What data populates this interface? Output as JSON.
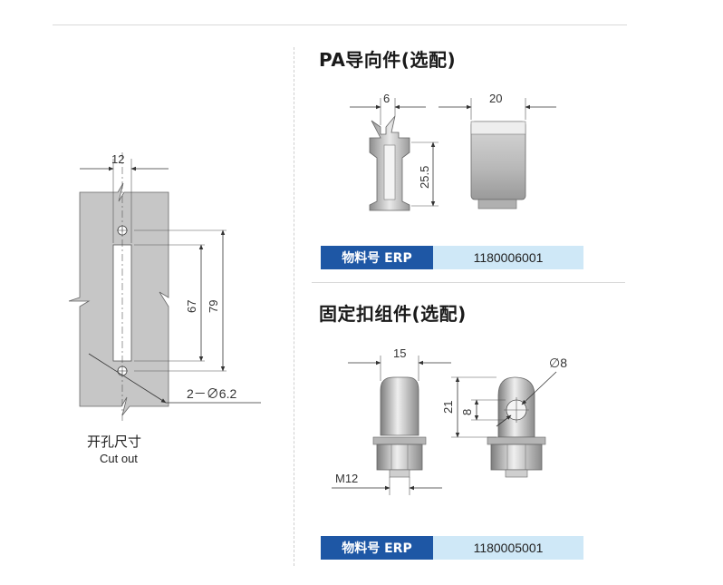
{
  "sections": {
    "guide": {
      "title": "PA导向件(选配)",
      "erp_label": "物料号 ERP",
      "erp_value": "1180006001"
    },
    "clamp": {
      "title": "固定扣组件(选配)",
      "erp_label": "物料号 ERP",
      "erp_value": "1180005001"
    }
  },
  "cutout": {
    "caption_zh": "开孔尺寸",
    "caption_en": "Cut out",
    "dims": {
      "width": "12",
      "inner": "67",
      "outer": "79",
      "holes": "2－∅6.2"
    }
  },
  "guide_dims": {
    "slot": "6",
    "depth": "20",
    "height": "25.5"
  },
  "clamp_dims": {
    "width": "15",
    "total": "21",
    "head": "8",
    "diameter": "∅8",
    "thread": "M12"
  },
  "colors": {
    "erp_label_bg": "#1e57a5",
    "erp_value_bg": "#cfe8f7",
    "panel_gray": "#c6c6c6"
  }
}
